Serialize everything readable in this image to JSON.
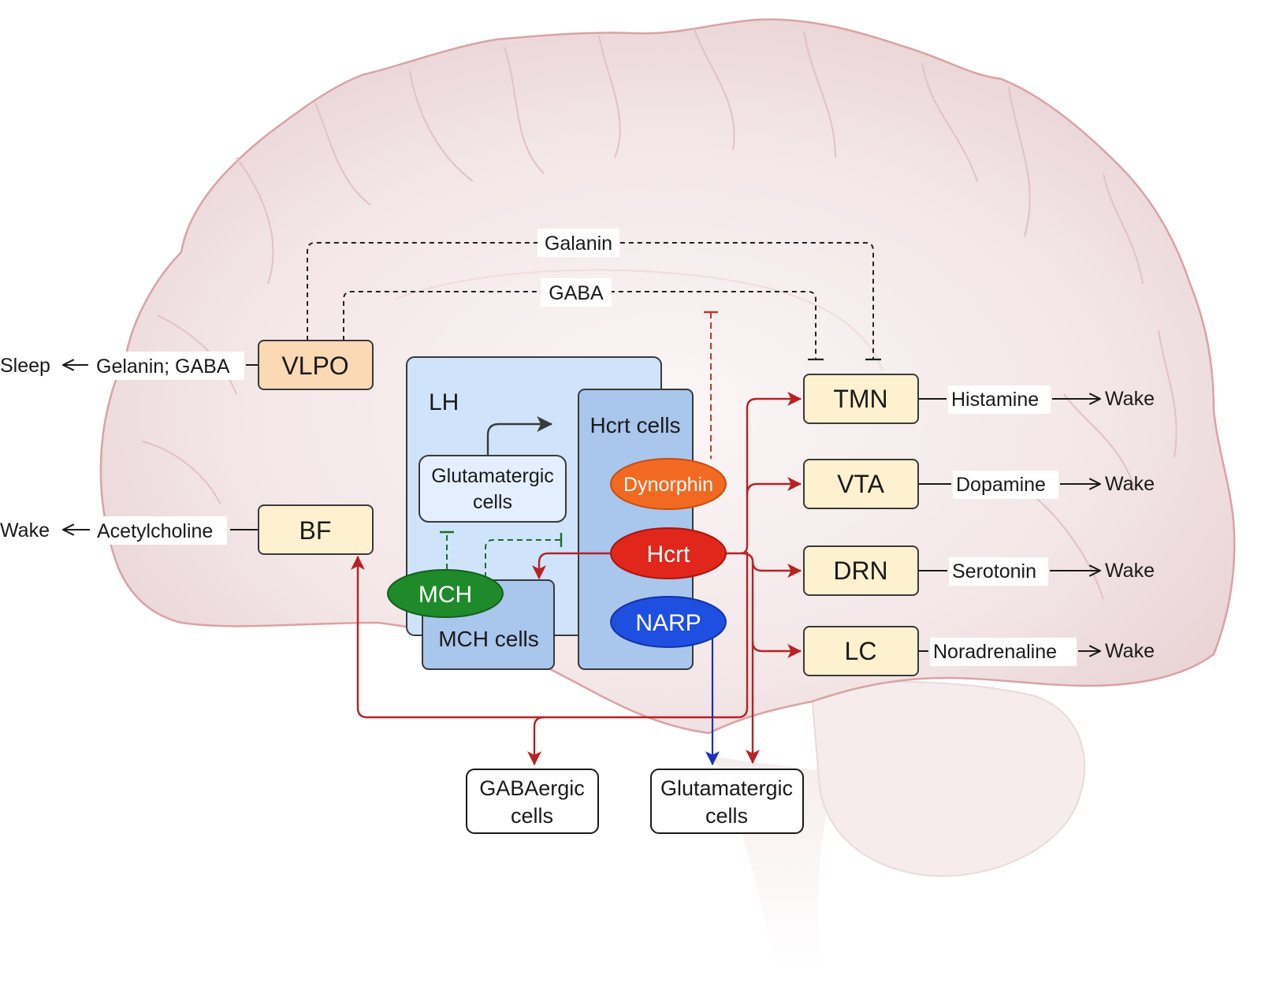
{
  "colors": {
    "brain_fill": "#eedcdd",
    "brain_outline": "#d9a3a5",
    "region_box": "#fdf1cf",
    "vlpo_box": "#fad9b4",
    "lh_box": "#cfe4fb",
    "cells_box": "#a9c6ec",
    "glut_inner": "#e3efff",
    "dynorphin": "#f26a21",
    "hcrt": "#e1261c",
    "narp": "#1f4fe0",
    "mch": "#1e8a2a",
    "excitatory": "#b92025",
    "narp_line": "#1a2fc0",
    "inhibitory_dash": "#222222",
    "mch_dash": "#1e6b2a",
    "dyn_dash": "#c0392b"
  },
  "pathways_top": {
    "galanin": "Galanin",
    "gaba": "GABA"
  },
  "left": {
    "vlpo": {
      "label": "VLPO",
      "transmitter": "Gelanin; GABA",
      "outcome": "Sleep"
    },
    "bf": {
      "label": "BF",
      "transmitter": "Acetylcholine",
      "outcome": "Wake"
    }
  },
  "lh": {
    "label": "LH",
    "glutamatergic": {
      "line1": "Glutamatergic",
      "line2": "cells"
    },
    "hcrt_cells": "Hcrt cells",
    "mch_cells": "MCH cells",
    "neuropeptides": {
      "dynorphin": "Dynorphin",
      "hcrt": "Hcrt",
      "narp": "NARP",
      "mch": "MCH"
    }
  },
  "right": [
    {
      "label": "TMN",
      "transmitter": "Histamine",
      "outcome": "Wake"
    },
    {
      "label": "VTA",
      "transmitter": "Dopamine",
      "outcome": "Wake"
    },
    {
      "label": "DRN",
      "transmitter": "Serotonin",
      "outcome": "Wake"
    },
    {
      "label": "LC",
      "transmitter": "Noradrenaline",
      "outcome": "Wake"
    }
  ],
  "bottom": {
    "gabaergic": {
      "line1": "GABAergic",
      "line2": "cells"
    },
    "glutamatergic": {
      "line1": "Glutamatergic",
      "line2": "cells"
    }
  }
}
